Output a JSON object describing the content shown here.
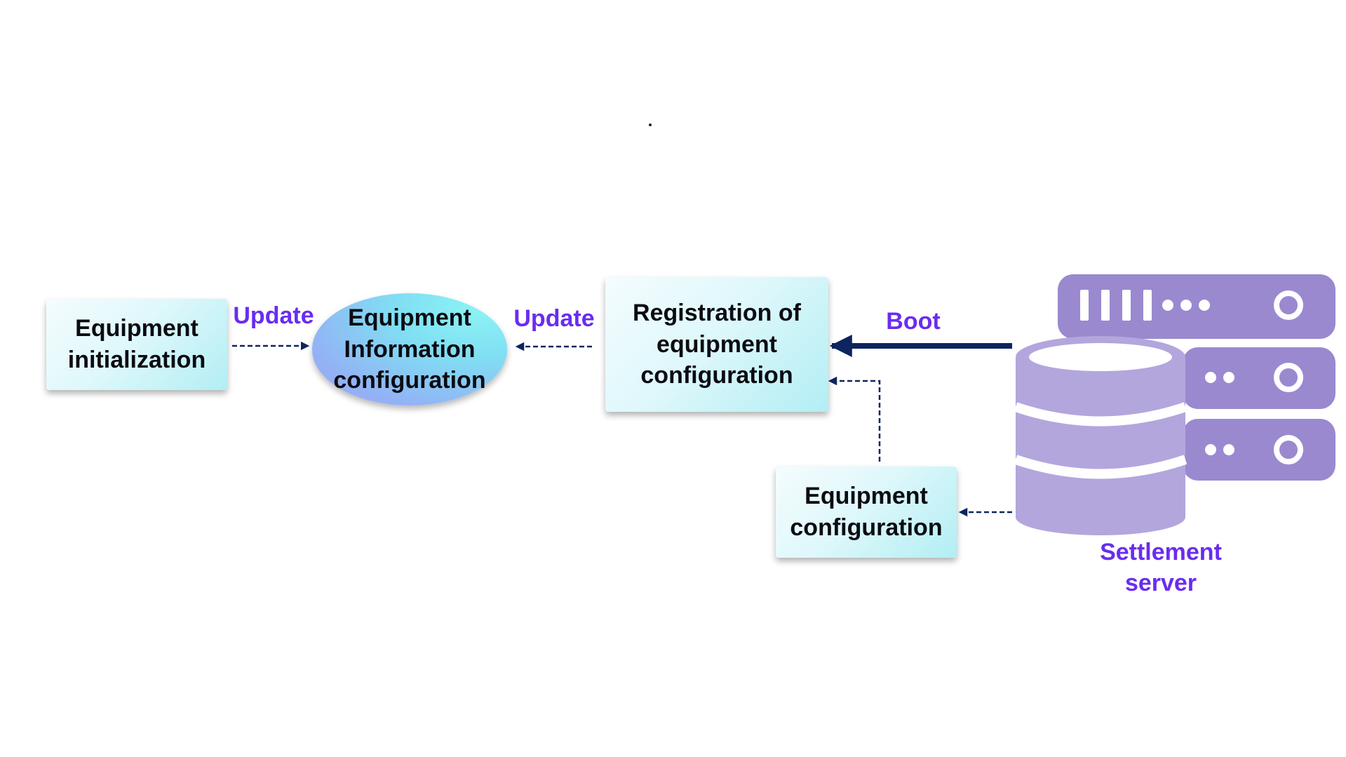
{
  "nodes": {
    "equipment_initialization": "Equipment\ninitialization",
    "equipment_information_configuration": "Equipment\nInformation\nconfiguration",
    "registration_of_equipment_configuration": "Registration of\nequipment\nconfiguration",
    "equipment_configuration": "Equipment\nconfiguration",
    "settlement_server": "Settlement\nserver"
  },
  "edges": {
    "update_left": "Update",
    "update_right": "Update",
    "boot": "Boot"
  },
  "colors": {
    "label_purple": "#6a2cf0",
    "arrow_navy": "#0d2460",
    "server_dark": "#9a89cf",
    "server_light": "#b3a6dd"
  },
  "icons": {
    "server": "database-server-icon"
  }
}
